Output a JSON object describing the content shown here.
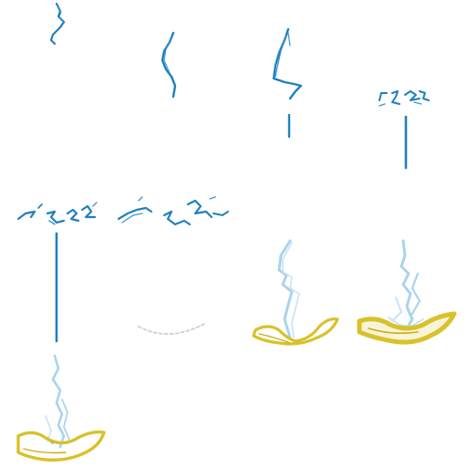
{
  "colors": {
    "background": "#ffffff",
    "bolt_dark": "#1f7fc0",
    "bolt_mid": "#3a95d4",
    "bolt_light": "#a9d3ef",
    "impact_gold": "#d9c128",
    "impact_gold_dark": "#c9ae10",
    "dust": "#cfd3d8"
  },
  "sprite_sheet": {
    "frames": [
      {
        "index": 1,
        "content": "small-squiggle"
      },
      {
        "index": 2,
        "content": "squiggle"
      },
      {
        "index": 3,
        "content": "bolt-with-short-strike"
      },
      {
        "index": 4,
        "content": "cloud-with-strike"
      },
      {
        "index": 5,
        "content": "cloud-with-long-strike"
      },
      {
        "index": 6,
        "content": "cloud-spread-with-dust"
      },
      {
        "index": 7,
        "content": "light-bolt-with-gold-splash"
      },
      {
        "index": 8,
        "content": "light-bolt-with-gold-splash-large"
      },
      {
        "index": 9,
        "content": "light-bolt-ground-impact"
      }
    ]
  }
}
